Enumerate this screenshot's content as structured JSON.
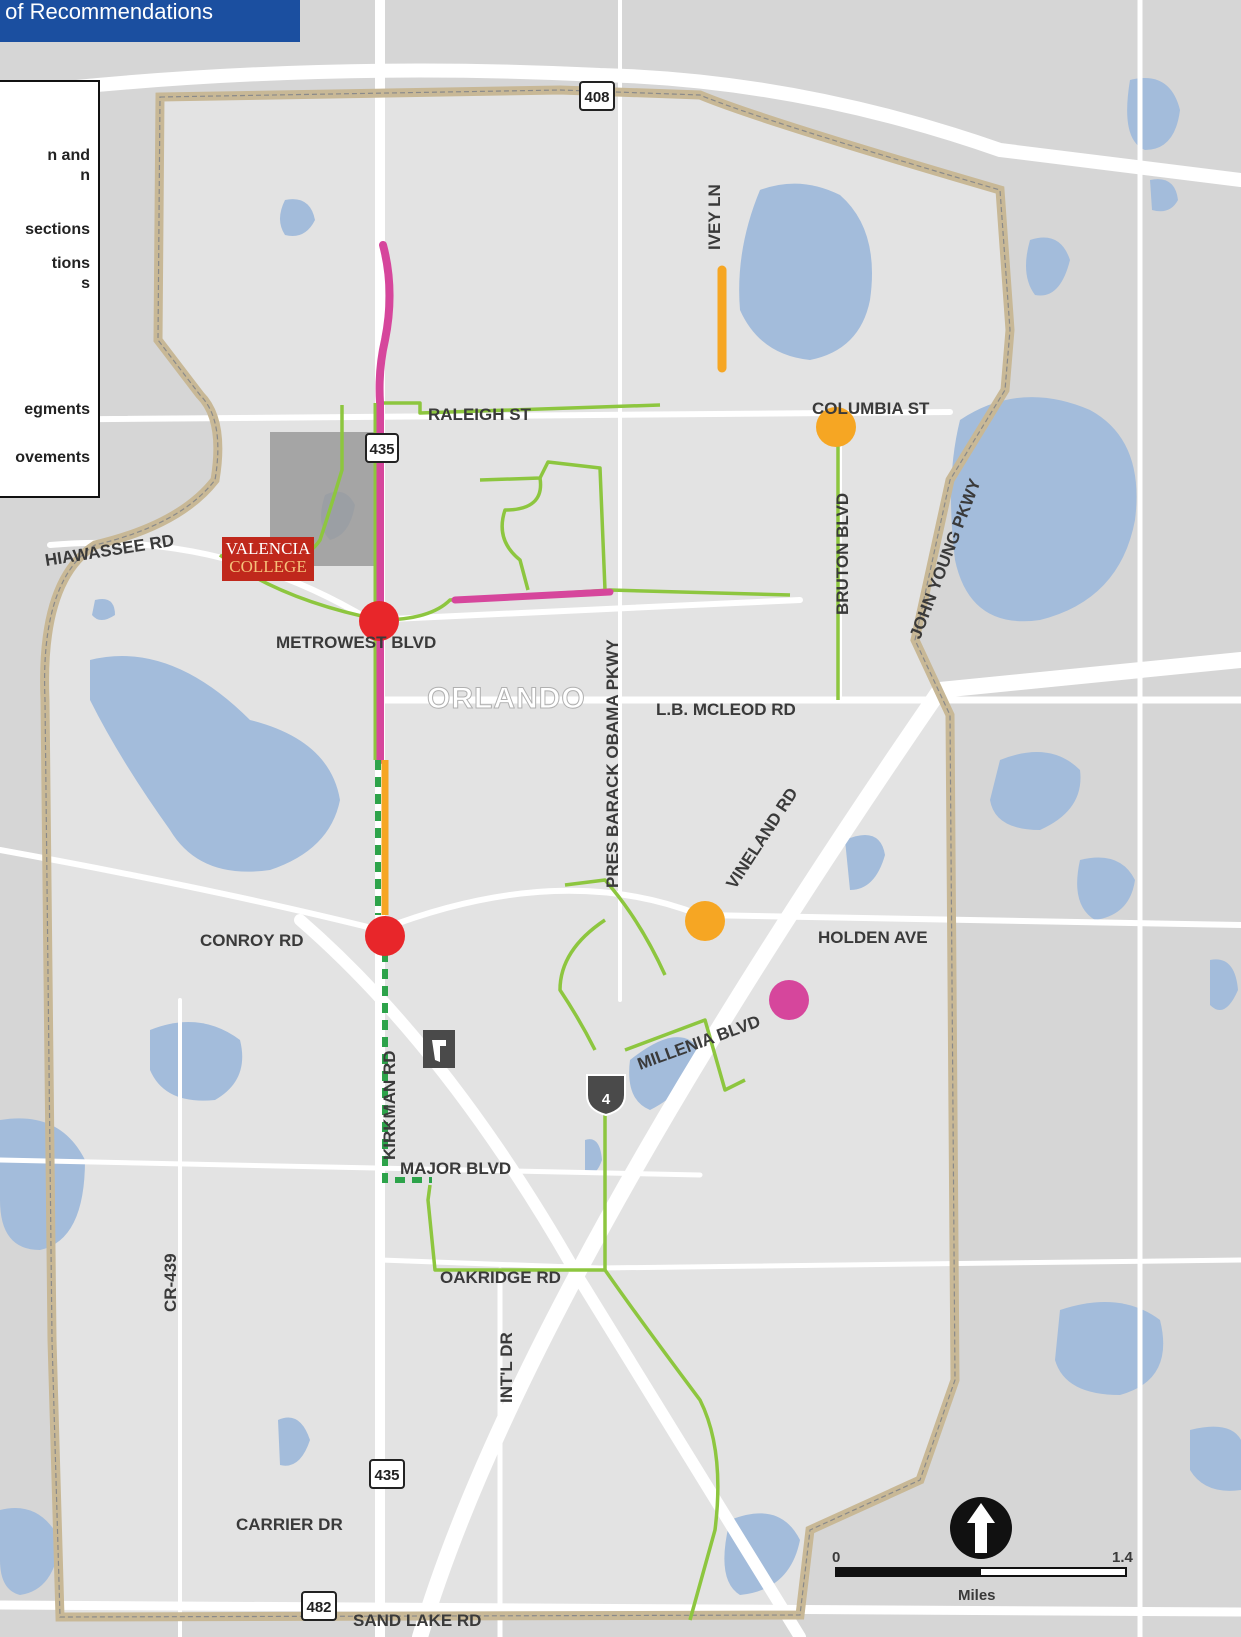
{
  "title": "y of Recommendations",
  "legend": {
    "items": [
      "n and\nn",
      "sections",
      "tions\ns",
      "egments",
      "ovements"
    ]
  },
  "city_label": "ORLANDO",
  "roads": {
    "ivey": "IVEY LN",
    "raleigh": "RALEIGH ST",
    "columbia": "COLUMBIA ST",
    "bruton": "BRUTON BLVD",
    "john_young": "JOHN YOUNG PKWY",
    "hiawassee": "HIAWASSEE RD",
    "metrowest": "METROWEST BLVD",
    "obama": "PRES BARACK OBAMA PKWY",
    "mcleod": "L.B. MCLEOD RD",
    "vineland": "VINELAND RD",
    "conroy": "CONROY RD",
    "holden": "HOLDEN AVE",
    "millenia": "MILLENIA BLVD",
    "kirkman": "KIRKMAN RD",
    "major": "MAJOR BLVD",
    "oakridge": "OAKRIDGE RD",
    "cr439": "CR-439",
    "intl": "INT'L DR",
    "carrier": "CARRIER DR",
    "sandlake": "SAND LAKE RD"
  },
  "shields": {
    "sr408": "408",
    "sr435a": "435",
    "sr435b": "435",
    "sr482": "482",
    "i4": "4"
  },
  "college": {
    "line1": "VALENCIA",
    "line2": "COLLEGE"
  },
  "scale": {
    "start": "0",
    "end": "1.4",
    "units": "Miles"
  },
  "colors": {
    "boundary": "#c8b896",
    "trail": "#8dc63f",
    "magenta": "#d6469c",
    "orange": "#f6a623",
    "red": "#e8262a",
    "water": "#a3bcdb",
    "title_bar": "#1b4fa0"
  }
}
